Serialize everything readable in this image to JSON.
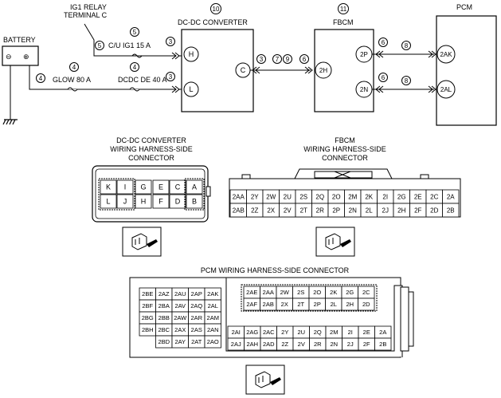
{
  "labels": {
    "ig1_relay_line1": "IG1 RELAY",
    "ig1_relay_line2": "TERMINAL C",
    "battery": "BATTERY",
    "dcdc_converter": "DC-DC CONVERTER",
    "fbcm": "FBCM",
    "pcm": "PCM",
    "cu_ig1": "C/U IG1 15 A",
    "glow": "GLOW 80 A",
    "dcdc_de": "DCDC DE 40 A",
    "dcdc_harness_line1": "DC-DC CONVERTER",
    "dcdc_harness_line2": "WIRING HARNESS-SIDE",
    "dcdc_harness_line3": "CONNECTOR",
    "fbcm_harness_line1": "FBCM",
    "fbcm_harness_line2": "WIRING HARNESS-SIDE",
    "fbcm_harness_line3": "CONNECTOR",
    "pcm_harness": "PCM WIRING HARNESS-SIDE CONNECTOR"
  },
  "component_numbers": {
    "dcdc": "10",
    "fbcm": "11"
  },
  "wire_numbers": {
    "n3": "3",
    "n4": "4",
    "n5": "5",
    "n6": "6",
    "n7": "7",
    "n8": "8",
    "n9": "9"
  },
  "battery_terminals": {
    "minus": "⊖",
    "plus": "⊕"
  },
  "terminals": {
    "dcdc_h": "H",
    "dcdc_l": "L",
    "dcdc_c": "C",
    "fbcm_2h": "2H",
    "fbcm_2p": "2P",
    "fbcm_2n": "2N",
    "pcm_2ak": "2AK",
    "pcm_2al": "2AL"
  },
  "dcdc_connector": {
    "row1": [
      "K",
      "I",
      "G",
      "E",
      "C",
      "A"
    ],
    "row2": [
      "L",
      "J",
      "H",
      "F",
      "D",
      "B"
    ]
  },
  "fbcm_connector": {
    "row1": [
      "2AA",
      "2Y",
      "2W",
      "2U",
      "2S",
      "2Q",
      "2O",
      "2M",
      "2K",
      "2I",
      "2G",
      "2E",
      "2C",
      "2A"
    ],
    "row2": [
      "2AB",
      "2Z",
      "2X",
      "2V",
      "2T",
      "2R",
      "2P",
      "2N",
      "2L",
      "2J",
      "2H",
      "2F",
      "2D",
      "2B"
    ]
  },
  "pcm_connector": {
    "left": [
      [
        "2BE",
        "2AZ",
        "2AU",
        "2AP",
        "2AK"
      ],
      [
        "2BF",
        "2BA",
        "2AV",
        "2AQ",
        "2AL"
      ],
      [
        "2BG",
        "2BB",
        "2AW",
        "2AR",
        "2AM"
      ],
      [
        "2BH",
        "2BC",
        "2AX",
        "2AS",
        "2AN"
      ],
      [
        "",
        "2BD",
        "2AY",
        "2AT",
        "2AO"
      ]
    ],
    "upper_right": [
      [
        "2AE",
        "2AA",
        "2W",
        "2S",
        "2O",
        "2K",
        "2G",
        "2C"
      ],
      [
        "2AF",
        "2AB",
        "2X",
        "2T",
        "2P",
        "2L",
        "2H",
        "2D"
      ]
    ],
    "lower_right": [
      [
        "2AI",
        "2AG",
        "2AC",
        "2Y",
        "2U",
        "2Q",
        "2M",
        "2I",
        "2E",
        "2A"
      ],
      [
        "2AJ",
        "2AH",
        "2AD",
        "2Z",
        "2V",
        "2R",
        "2N",
        "2J",
        "2F",
        "2B"
      ]
    ]
  }
}
